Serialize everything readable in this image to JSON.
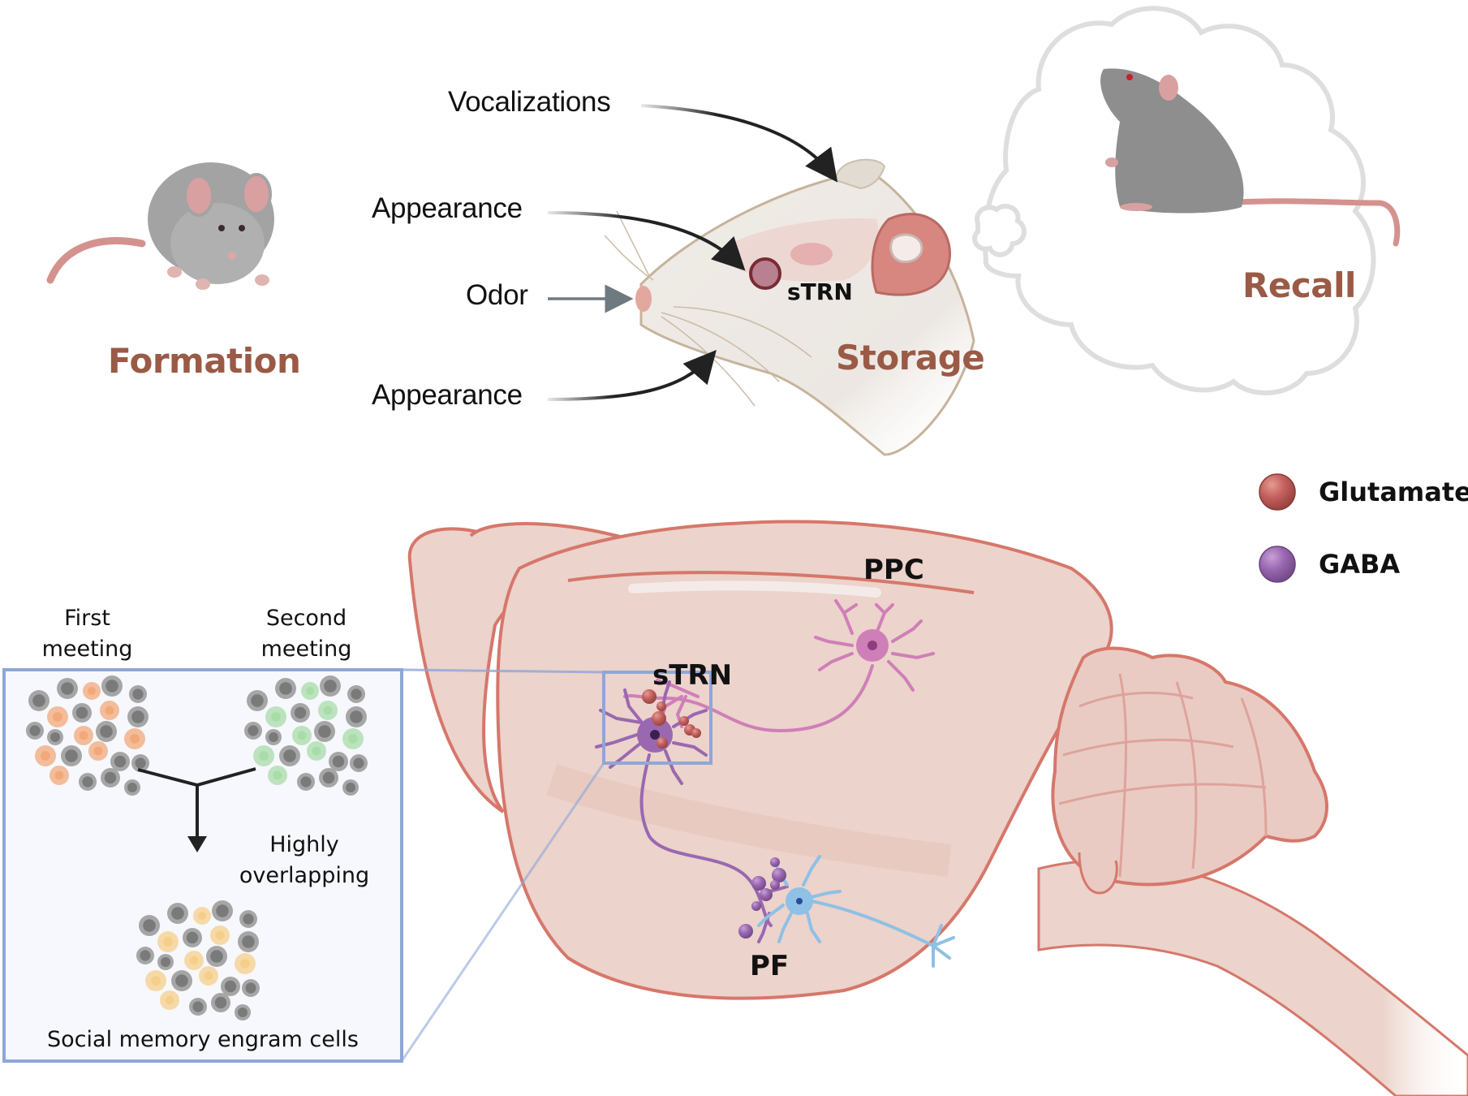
{
  "figure": {
    "stages": {
      "formation": "Formation",
      "storage": "Storage",
      "recall": "Recall"
    },
    "sensory_inputs": [
      {
        "label": "Vocalizations",
        "target": "ear"
      },
      {
        "label": "Appearance",
        "target": "eye"
      },
      {
        "label": "Odor",
        "target": "nose"
      },
      {
        "label": "Appearance",
        "target": "whiskers"
      }
    ],
    "storage_region_label": "sTRN",
    "brain_regions": {
      "strn": "sTRN",
      "ppc": "PPC",
      "pf": "PF"
    },
    "legend": [
      {
        "label": "Glutamate",
        "color": "#c4615e"
      },
      {
        "label": "GABA",
        "color": "#9a68b0"
      }
    ],
    "engram_panel": {
      "first_meeting": [
        "First",
        "meeting"
      ],
      "second_meeting": [
        "Second",
        "meeting"
      ],
      "overlap": [
        "Highly",
        "overlapping"
      ],
      "caption": "Social memory engram cells",
      "first_color": "#f2a878",
      "second_color": "#a8dca8",
      "merged_color": "#f5cf8a"
    },
    "colors": {
      "brain_fill": "#ecd3cb",
      "brain_outline": "#d6776b",
      "strn_neuron": "#9a68b0",
      "ppc_neuron": "#cf7fb8",
      "pf_neuron": "#8fc0e6",
      "inset_border": "#8ea7d8",
      "stage_text": "#9a5a45"
    }
  }
}
